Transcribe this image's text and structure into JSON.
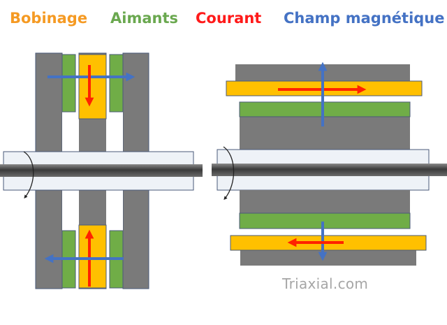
{
  "legend": {
    "winding": {
      "label": "Bobinage",
      "color": "#f59a23"
    },
    "magnets": {
      "label": "Aimants",
      "color": "#6aa84f"
    },
    "current": {
      "label": "Courant",
      "color": "#ff1a1a"
    },
    "magnetic_field": {
      "label": "Champ magnétique",
      "color": "#4472c4"
    }
  },
  "colors": {
    "steel": "#7a7a7a",
    "shaft": "#555555",
    "disc_body": "#eef2f7",
    "winding": "#ffc000",
    "magnet": "#70ad47",
    "current": "#ff2200",
    "field": "#4472c4",
    "rotation": "#222222"
  },
  "icons": [
    "rotation-arrow-icon"
  ],
  "watermark": "Triaxial.com"
}
